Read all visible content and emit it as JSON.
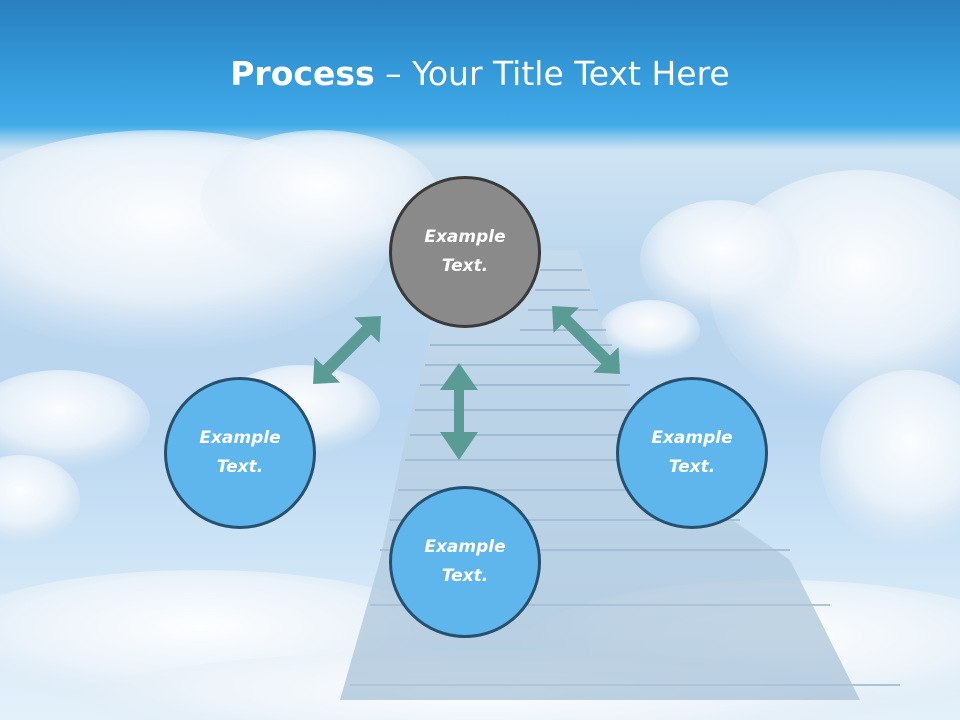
{
  "title": {
    "bold": "Process",
    "separator": " – ",
    "rest": "Your Title Text Here"
  },
  "nodes": {
    "top": {
      "line1": "Example",
      "line2": "Text."
    },
    "left": {
      "line1": "Example",
      "line2": "Text."
    },
    "right": {
      "line1": "Example",
      "line2": "Text."
    },
    "bottom": {
      "line1": "Example",
      "line2": "Text."
    }
  },
  "colors": {
    "header": "#3296d6",
    "gray_node": "#8a8a8a",
    "blue_node": "#5fb6ec",
    "arrow": "#5a9b96"
  },
  "background": "sky-with-clouds-and-staircase"
}
